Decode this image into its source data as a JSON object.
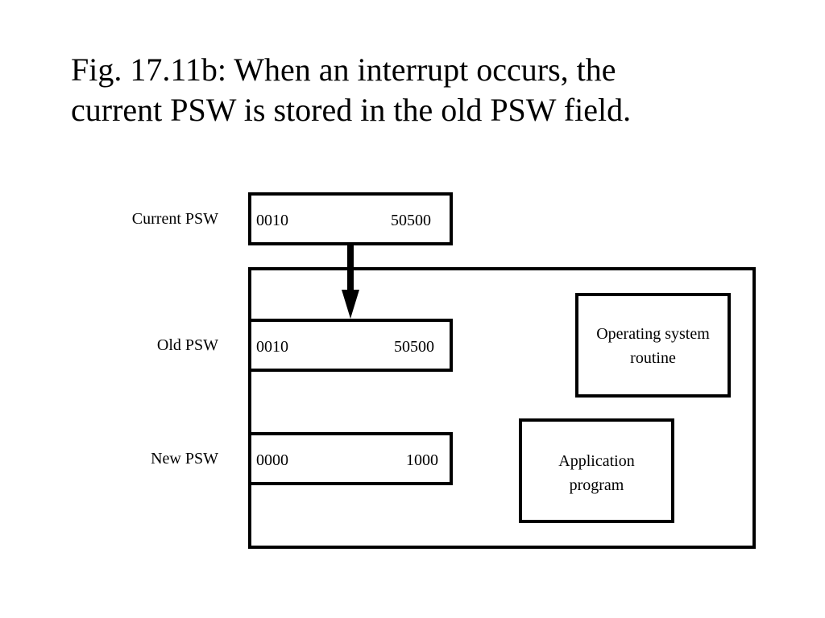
{
  "title": {
    "line1": "Fig. 17.11b: When an interrupt occurs, the",
    "line2": "current PSW is stored in the old PSW field."
  },
  "registers": {
    "current": {
      "label": "Current PSW",
      "left_value": "0010",
      "right_value": "50500"
    },
    "old": {
      "label": "Old PSW",
      "left_value": "0010",
      "right_value": "50500"
    },
    "new": {
      "label": "New PSW",
      "left_value": "0000",
      "right_value": "1000"
    }
  },
  "memory": {
    "os_routine": {
      "line1": "Operating system",
      "line2": "routine"
    },
    "application": {
      "line1": "Application",
      "line2": "program"
    }
  }
}
